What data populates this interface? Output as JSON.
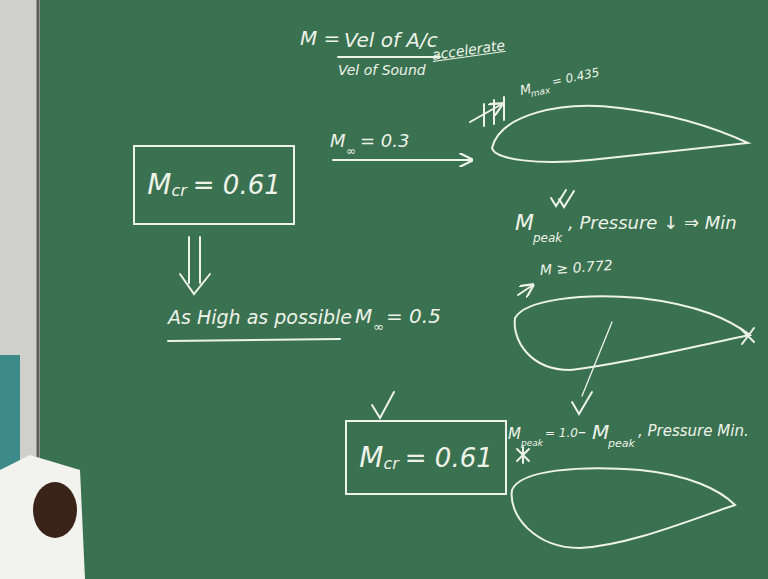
{
  "diagram": {
    "nodes": [
      {
        "text": [
          "M",
          "cr",
          "= 0.61"
        ]
      },
      {
        "text": [
          "M",
          "cr",
          "= 0.61"
        ]
      }
    ],
    "labels": [
      "M =",
      "Vel of A/c",
      "Vel of Sound",
      "accelerate",
      "M",
      "max",
      "= 0.435",
      "M",
      "∞",
      "= 0.3",
      "As High as possible",
      "M",
      "∞",
      "= 0.5",
      "M",
      "peak",
      ", Pressure ↓ ⇒ Min",
      "M ≥ 0.772",
      "M",
      "peak",
      "= 1.0",
      "–",
      "M",
      "peak",
      ", Pressure Min."
    ]
  }
}
